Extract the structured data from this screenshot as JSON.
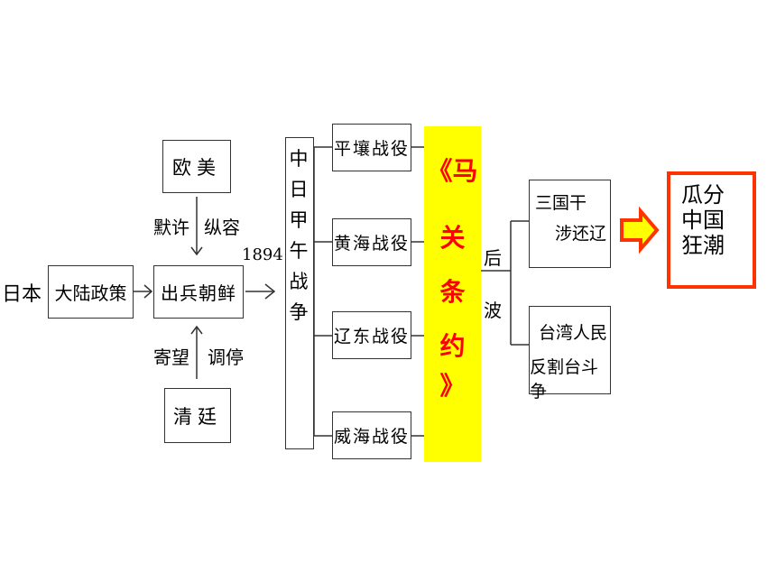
{
  "nodes": {
    "japan": "日本",
    "continental_policy": "大陆政策",
    "europe_america": "欧美",
    "tacit": "默许",
    "indulge": "纵容",
    "send_troops": "出兵朝鲜",
    "hope": "寄望",
    "mediate": "调停",
    "qing_court": "清廷",
    "year": "1894",
    "war_chars": [
      "中",
      "日",
      "甲",
      "午",
      "战",
      "争"
    ],
    "battles": [
      "平壤战役",
      "黄海战役",
      "辽东战役",
      "威海战役"
    ],
    "treaty_chars": [
      "《马",
      "关",
      "条",
      "约",
      "》"
    ],
    "aftermath": [
      "后",
      "波"
    ],
    "intervention_1": "三国干",
    "intervention_2": "涉还辽",
    "taiwan_1": "台湾人民",
    "taiwan_2": "反割台斗争",
    "result": [
      "瓜分",
      "中国",
      "狂潮"
    ]
  },
  "colors": {
    "highlight": "#ffff00",
    "treaty_text": "#ff0000",
    "arrow": "#ff3300",
    "final_border": "#ff3300"
  }
}
